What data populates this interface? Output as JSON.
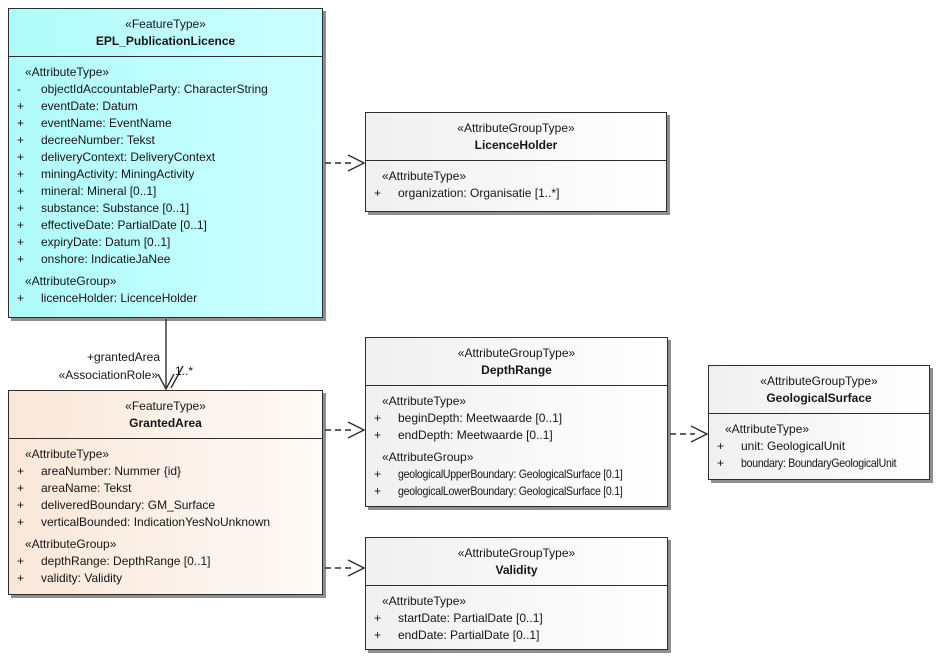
{
  "classes": {
    "epl": {
      "stereotype": "«FeatureType»",
      "name": "EPL_PublicationLicence",
      "sections": [
        {
          "label": "«AttributeType»",
          "rows": [
            {
              "vis": "-",
              "text": "objectIdAccountableParty: CharacterString"
            },
            {
              "vis": "+",
              "text": "eventDate: Datum"
            },
            {
              "vis": "+",
              "text": "eventName: EventName"
            },
            {
              "vis": "+",
              "text": "decreeNumber: Tekst"
            },
            {
              "vis": "+",
              "text": "deliveryContext: DeliveryContext"
            },
            {
              "vis": "+",
              "text": "miningActivity: MiningActivity"
            },
            {
              "vis": "+",
              "text": "mineral: Mineral [0..1]"
            },
            {
              "vis": "+",
              "text": "substance: Substance [0..1]"
            },
            {
              "vis": "+",
              "text": "effectiveDate: PartialDate [0..1]"
            },
            {
              "vis": "+",
              "text": "expiryDate: Datum [0..1]"
            },
            {
              "vis": "+",
              "text": "onshore: IndicatieJaNee"
            }
          ]
        },
        {
          "label": "«AttributeGroup»",
          "rows": [
            {
              "vis": "+",
              "text": "licenceHolder: LicenceHolder"
            }
          ]
        }
      ]
    },
    "licence_holder": {
      "stereotype": "«AttributeGroupType»",
      "name": "LicenceHolder",
      "sections": [
        {
          "label": "«AttributeType»",
          "rows": [
            {
              "vis": "+",
              "text": "organization: Organisatie [1..*]"
            }
          ]
        }
      ]
    },
    "depth_range": {
      "stereotype": "«AttributeGroupType»",
      "name": "DepthRange",
      "sections": [
        {
          "label": "«AttributeType»",
          "rows": [
            {
              "vis": "+",
              "text": "beginDepth: Meetwaarde [0..1]"
            },
            {
              "vis": "+",
              "text": "endDepth: Meetwaarde [0..1]"
            }
          ]
        },
        {
          "label": "«AttributeGroup»",
          "rows": [
            {
              "vis": "+",
              "text": "geologicalUpperBoundary: GeologicalSurface [0.1]"
            },
            {
              "vis": "+",
              "text": "geologicalLowerBoundary: GeologicalSurface [0.1]"
            }
          ]
        }
      ]
    },
    "geological_surface": {
      "stereotype": "«AttributeGroupType»",
      "name": "GeologicalSurface",
      "sections": [
        {
          "label": "«AttributeType»",
          "rows": [
            {
              "vis": "+",
              "text": "unit: GeologicalUnit"
            },
            {
              "vis": "+",
              "text": "boundary: BoundaryGeologicalUnit"
            }
          ]
        }
      ]
    },
    "granted_area": {
      "stereotype": "«FeatureType»",
      "name": "GrantedArea",
      "sections": [
        {
          "label": "«AttributeType»",
          "rows": [
            {
              "vis": "+",
              "text": "areaNumber: Nummer {id}"
            },
            {
              "vis": "+",
              "text": "areaName: Tekst"
            },
            {
              "vis": "+",
              "text": "deliveredBoundary: GM_Surface"
            },
            {
              "vis": "+",
              "text": "verticalBounded: IndicationYesNoUnknown"
            }
          ]
        },
        {
          "label": "«AttributeGroup»",
          "rows": [
            {
              "vis": "+",
              "text": "depthRange: DepthRange [0..1]"
            },
            {
              "vis": "+",
              "text": "validity: Validity"
            }
          ]
        }
      ]
    },
    "validity": {
      "stereotype": "«AttributeGroupType»",
      "name": "Validity",
      "sections": [
        {
          "label": "«AttributeType»",
          "rows": [
            {
              "vis": "+",
              "text": "startDate: PartialDate [0..1]"
            },
            {
              "vis": "+",
              "text": "endDate: PartialDate [0..1]"
            }
          ]
        }
      ]
    }
  },
  "association": {
    "role": "+grantedArea",
    "stereotype": "«AssociationRole»",
    "multiplicity": "1..*"
  },
  "colors": {
    "feature_fill_cyan": "#b0fbfb",
    "feature_fill_peach": "#fae7d9",
    "group_fill": "#f0f0f0",
    "border": "#2d2d2d",
    "shadow": "#8f8f8f"
  }
}
